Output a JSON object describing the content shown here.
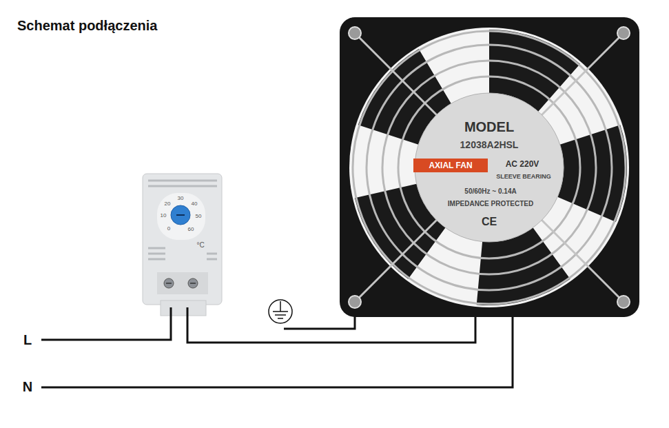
{
  "diagram": {
    "title": "Schemat podłączenia",
    "labels": [
      "L",
      "N",
      "30",
      "20",
      "40",
      "10",
      "50",
      "0",
      "60",
      "°C",
      "MODEL",
      "12038A2HSL",
      "AXIAL FAN",
      "AC 220V",
      "SLEEVE BEARING",
      "50/60Hz ~ 0.14A",
      "IMPEDANCE PROTECTED",
      "CE"
    ]
  }
}
